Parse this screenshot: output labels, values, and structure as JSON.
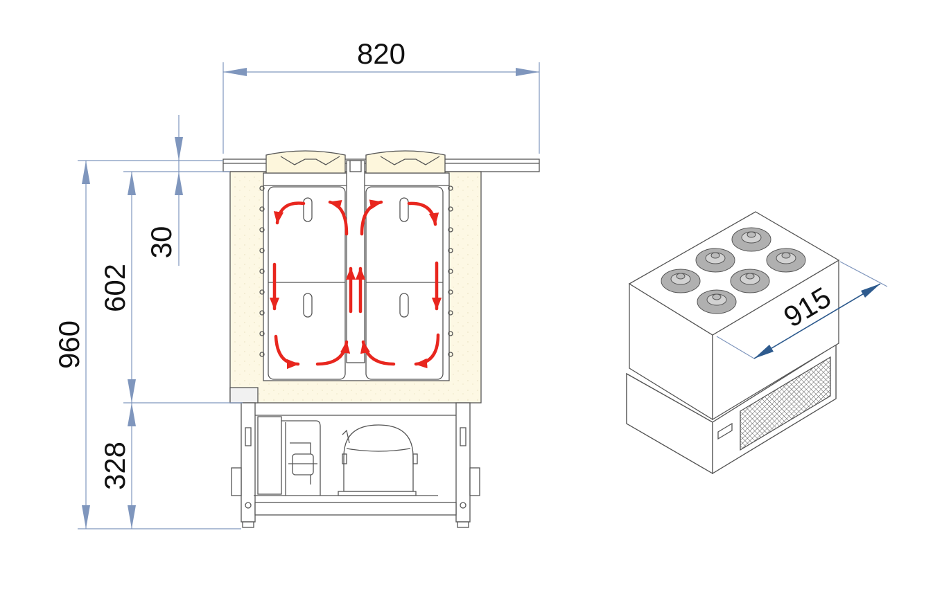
{
  "dimensions": {
    "width": "820",
    "top_offset": "30",
    "cabinet_height": "602",
    "total_height": "960",
    "base_height": "328",
    "depth": "915"
  },
  "colors": {
    "dimension_line": "#7f96bd",
    "airflow_arrow": "#e8261e",
    "insulation": "#fdf8e4",
    "outline": "#555555"
  }
}
